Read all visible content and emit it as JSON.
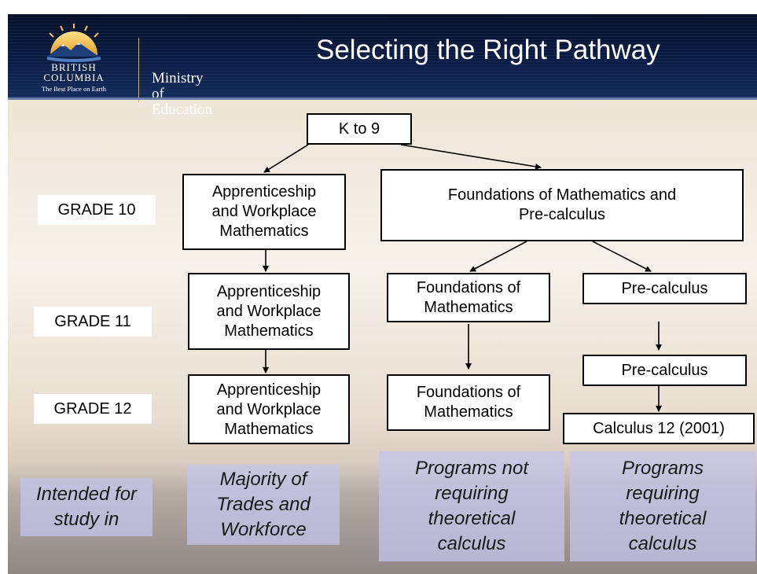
{
  "header": {
    "logo_line1": "BRITISH",
    "logo_line2": "COLUMBIA",
    "logo_tagline": "The Best Place on Earth",
    "ministry": "Ministry of\nEducation",
    "title": "Selecting the Right Pathway"
  },
  "grades": {
    "g10": "GRADE 10",
    "g11": "GRADE 11",
    "g12": "GRADE 12"
  },
  "boxes": {
    "k9": "K to 9",
    "aw10": "Apprenticeship\nand Workplace\nMathematics",
    "fpc10": "Foundations of Mathematics and\nPre-calculus",
    "aw11": "Apprenticeship\nand Workplace\nMathematics",
    "fom11": "Foundations of\nMathematics",
    "pc11": "Pre-calculus",
    "aw12": "Apprenticeship\nand Workplace\nMathematics",
    "fom12": "Foundations of\nMathematics",
    "pc12": "Pre-calculus",
    "calc12": "Calculus 12 (2001)"
  },
  "footer": {
    "intended": "Intended for\nstudy in",
    "trades": "Majority of\nTrades and\nWorkforce",
    "not_calculus": "Programs not\nrequiring\ntheoretical\ncalculus",
    "calculus": "Programs\nrequiring\ntheoretical\ncalculus"
  },
  "colors": {
    "header_bg": "#0b1d46",
    "panel_bg": "#c4c4ec",
    "box_border": "#000000"
  }
}
